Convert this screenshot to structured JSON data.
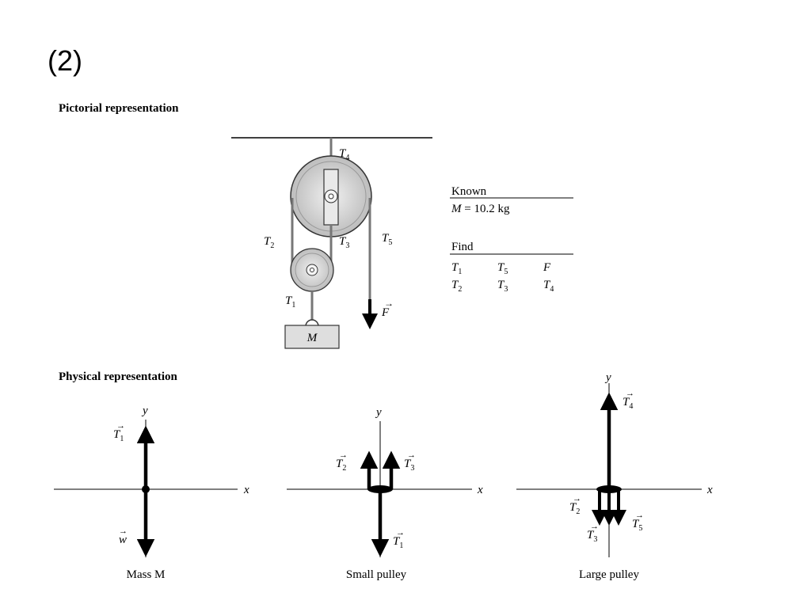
{
  "slide_number": "(2)",
  "pictorial": {
    "heading": "Pictorial representation",
    "labels": {
      "t1": "T",
      "t1_sub": "1",
      "t2": "T",
      "t2_sub": "2",
      "t3": "T",
      "t3_sub": "3",
      "t4": "T",
      "t4_sub": "4",
      "t5": "T",
      "t5_sub": "5",
      "mass": "M",
      "force": "F"
    },
    "known": {
      "heading": "Known",
      "line_symbol": "M",
      "line_value": " = 10.2 kg"
    },
    "find": {
      "heading": "Find",
      "items": [
        {
          "sym": "T",
          "sub": "1"
        },
        {
          "sym": "T",
          "sub": "5"
        },
        {
          "sym": "F",
          "sub": ""
        },
        {
          "sym": "T",
          "sub": "2"
        },
        {
          "sym": "T",
          "sub": "3"
        },
        {
          "sym": "T",
          "sub": "4"
        }
      ]
    }
  },
  "physical": {
    "heading": "Physical representation",
    "axis_x": "x",
    "axis_y": "y",
    "diagrams": [
      {
        "caption": "Mass M",
        "vectors": [
          {
            "sym": "T",
            "sub": "1"
          },
          {
            "sym": "w",
            "sub": ""
          }
        ]
      },
      {
        "caption": "Small pulley",
        "vectors": [
          {
            "sym": "T",
            "sub": "2"
          },
          {
            "sym": "T",
            "sub": "3"
          },
          {
            "sym": "T",
            "sub": "1"
          }
        ]
      },
      {
        "caption": "Large pulley",
        "vectors": [
          {
            "sym": "T",
            "sub": "4"
          },
          {
            "sym": "T",
            "sub": "2"
          },
          {
            "sym": "T",
            "sub": "3"
          },
          {
            "sym": "T",
            "sub": "5"
          }
        ]
      }
    ]
  }
}
